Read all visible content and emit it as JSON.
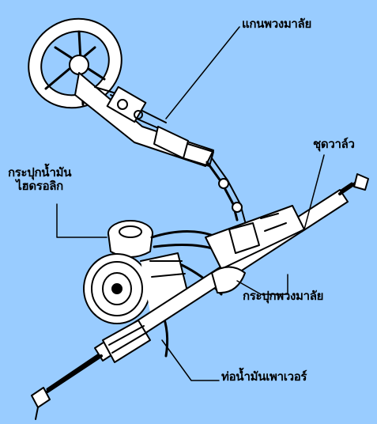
{
  "labels": {
    "steering_shaft": "แกนพวงมาลัย",
    "control_valve": "ชุดวาล์ว",
    "fluid_reservoir_line1": "กระปุกน้ำมัน",
    "fluid_reservoir_line2": "ไฮดรอลิก",
    "steering_joint": "กระปุกพวงมาลัย",
    "power_pipe": "ท่อน้ำมันเพาเวอร์"
  },
  "colors": {
    "background": "#99ccff",
    "line": "#000000",
    "fill": "#ffffff"
  }
}
